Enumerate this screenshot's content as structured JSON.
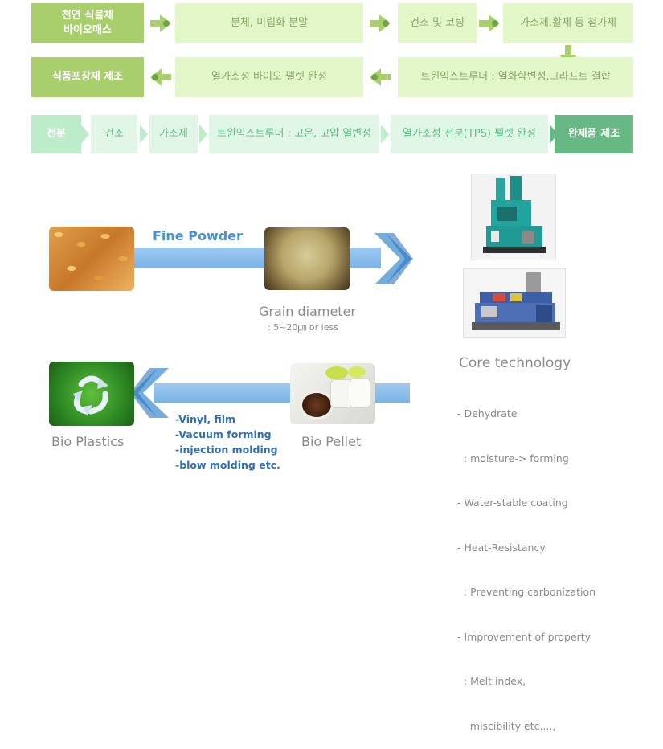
{
  "process_row1": {
    "step1": "천연 식물체\n바이오매스",
    "step2": "분체, 미립화 분말",
    "step3": "건조 및 코팅",
    "step4": "가소제,활제 등 첨가제"
  },
  "process_row2": {
    "step5": "트윈익스트루더 : 열화학변성,그라프트 결합",
    "step6": "열가소성 바이오 펠렛 완성",
    "step7": "식품포장재 제조"
  },
  "process_row3": {
    "items": [
      "전분",
      "건조",
      "가소제",
      "트윈익스트루더 : 고온, 고압 열변성",
      "열가소성 전분(TPS) 펠렛 완성",
      "완제품 제조"
    ]
  },
  "diagram": {
    "fine_powder": "Fine Powder",
    "grain_diameter": "Grain diameter",
    "grain_range": ": 5~20㎛ or less",
    "bio_pellet": "Bio Pellet",
    "bio_plastics": "Bio Plastics",
    "uses": [
      "-Vinyl, film",
      "-Vacuum forming",
      "-injection molding",
      "-blow molding etc."
    ]
  },
  "core": {
    "title": "Core technology",
    "lines": [
      "- Dehydrate",
      "  : moisture-> forming",
      "- Water-stable coating",
      "- Heat-Resistancy",
      "  : Preventing carbonization",
      "- Improvement of property",
      "  : Melt index,",
      "    miscibility etc....,"
    ]
  },
  "colors": {
    "dark_green": "#a9cf6d",
    "light_green": "#e3f6c7",
    "mint": "#bdeccb",
    "deep_green": "#67b883",
    "arrow_blue": "#5a9fd6"
  }
}
